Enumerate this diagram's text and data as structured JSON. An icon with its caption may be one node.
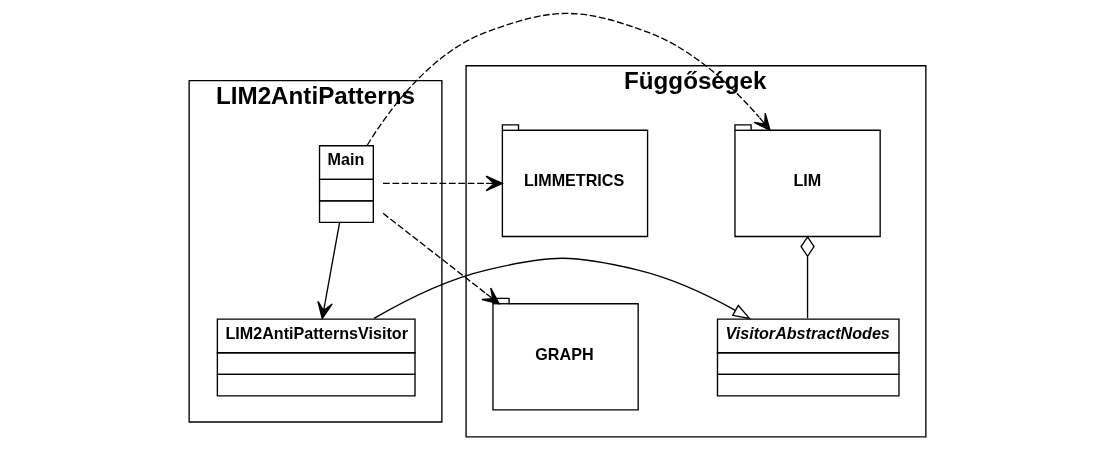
{
  "diagram": {
    "nodes": [
      {
        "text": [
          "LIM2AntiPatterns"
        ]
      },
      {
        "text": [
          "Main"
        ],
        "in": 0
      },
      {
        "text": [
          "LIM2AntiPatternsVisitor"
        ],
        "in": 0
      },
      {
        "text": [
          "Függőségek"
        ]
      },
      {
        "text": [
          "LIM"
        ],
        "in": 3
      },
      {
        "text": [
          "VisitorAbstractNodes"
        ],
        "in": 3
      },
      {
        "text": [
          "LIMMETRICS"
        ],
        "in": 3
      },
      {
        "text": [
          "GRAPH"
        ],
        "in": 3
      }
    ],
    "edges": [
      {
        "from": 1,
        "to": 4,
        "arrow": "to",
        "style": "dashed"
      },
      {
        "from": 1,
        "to": 6,
        "arrow": "to",
        "style": "dashed"
      },
      {
        "from": 1,
        "to": 7,
        "arrow": "to",
        "style": "dashed"
      },
      {
        "from": 1,
        "to": 2,
        "arrow": "to"
      },
      {
        "from": 2,
        "to": 5,
        "arrow": "to"
      },
      {
        "from": 5,
        "to": 4,
        "arrow": "other"
      }
    ]
  }
}
